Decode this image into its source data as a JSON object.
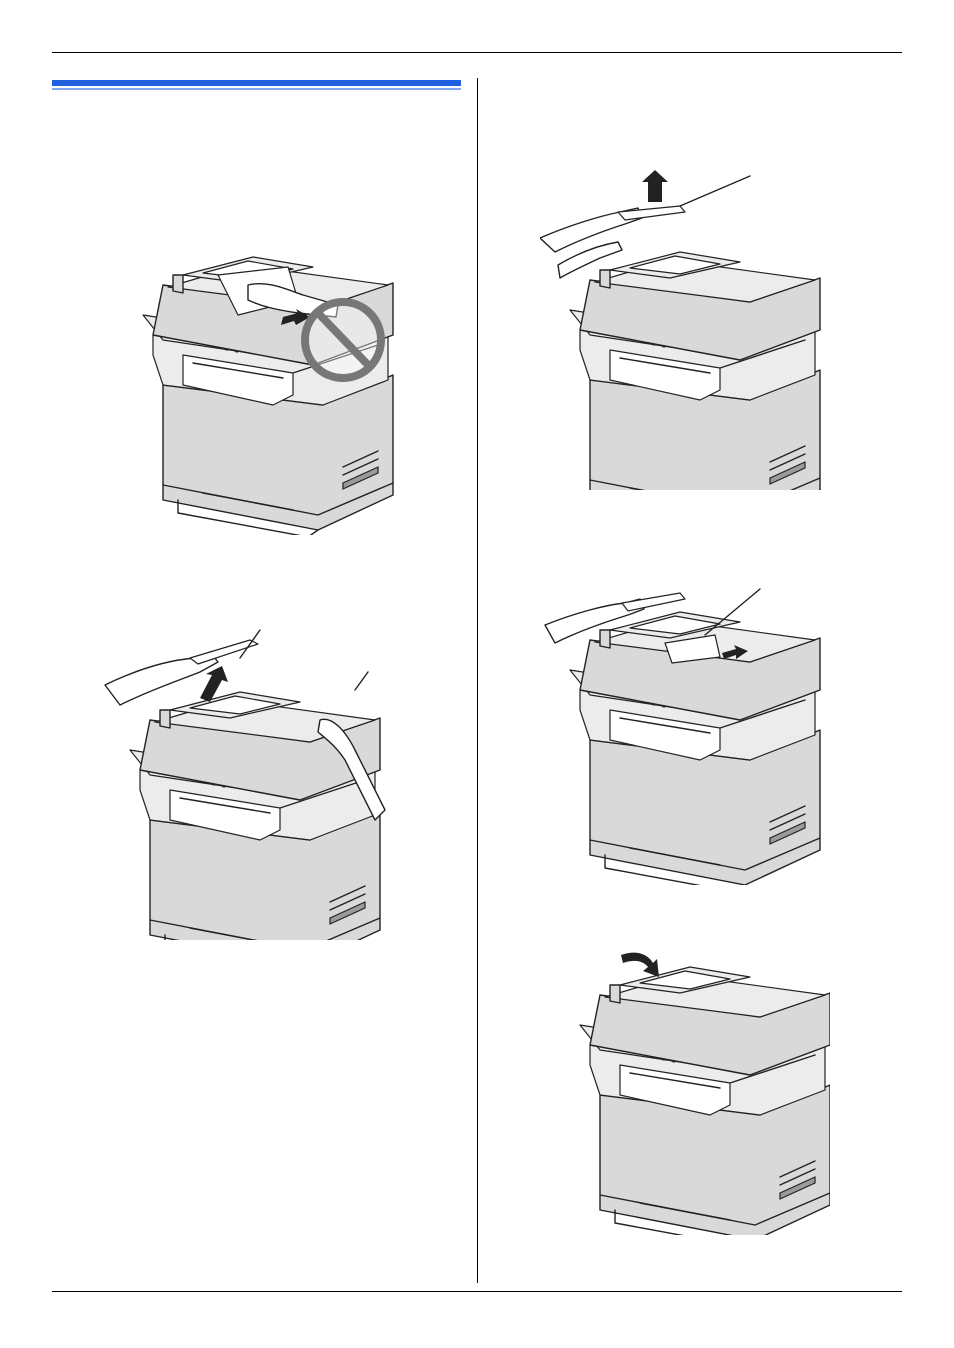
{
  "page": {
    "heading": "",
    "accent_color": "#1f5fe0"
  },
  "figures": [
    {
      "id": "fig-1",
      "icon": "prohibited-pull-document-illustration"
    },
    {
      "id": "fig-2",
      "icon": "open-adf-cover-illustration"
    },
    {
      "id": "fig-3",
      "icon": "lift-adf-cover-illustration"
    },
    {
      "id": "fig-4",
      "icon": "remove-jammed-document-illustration"
    },
    {
      "id": "fig-5",
      "icon": "close-adf-cover-illustration"
    }
  ]
}
